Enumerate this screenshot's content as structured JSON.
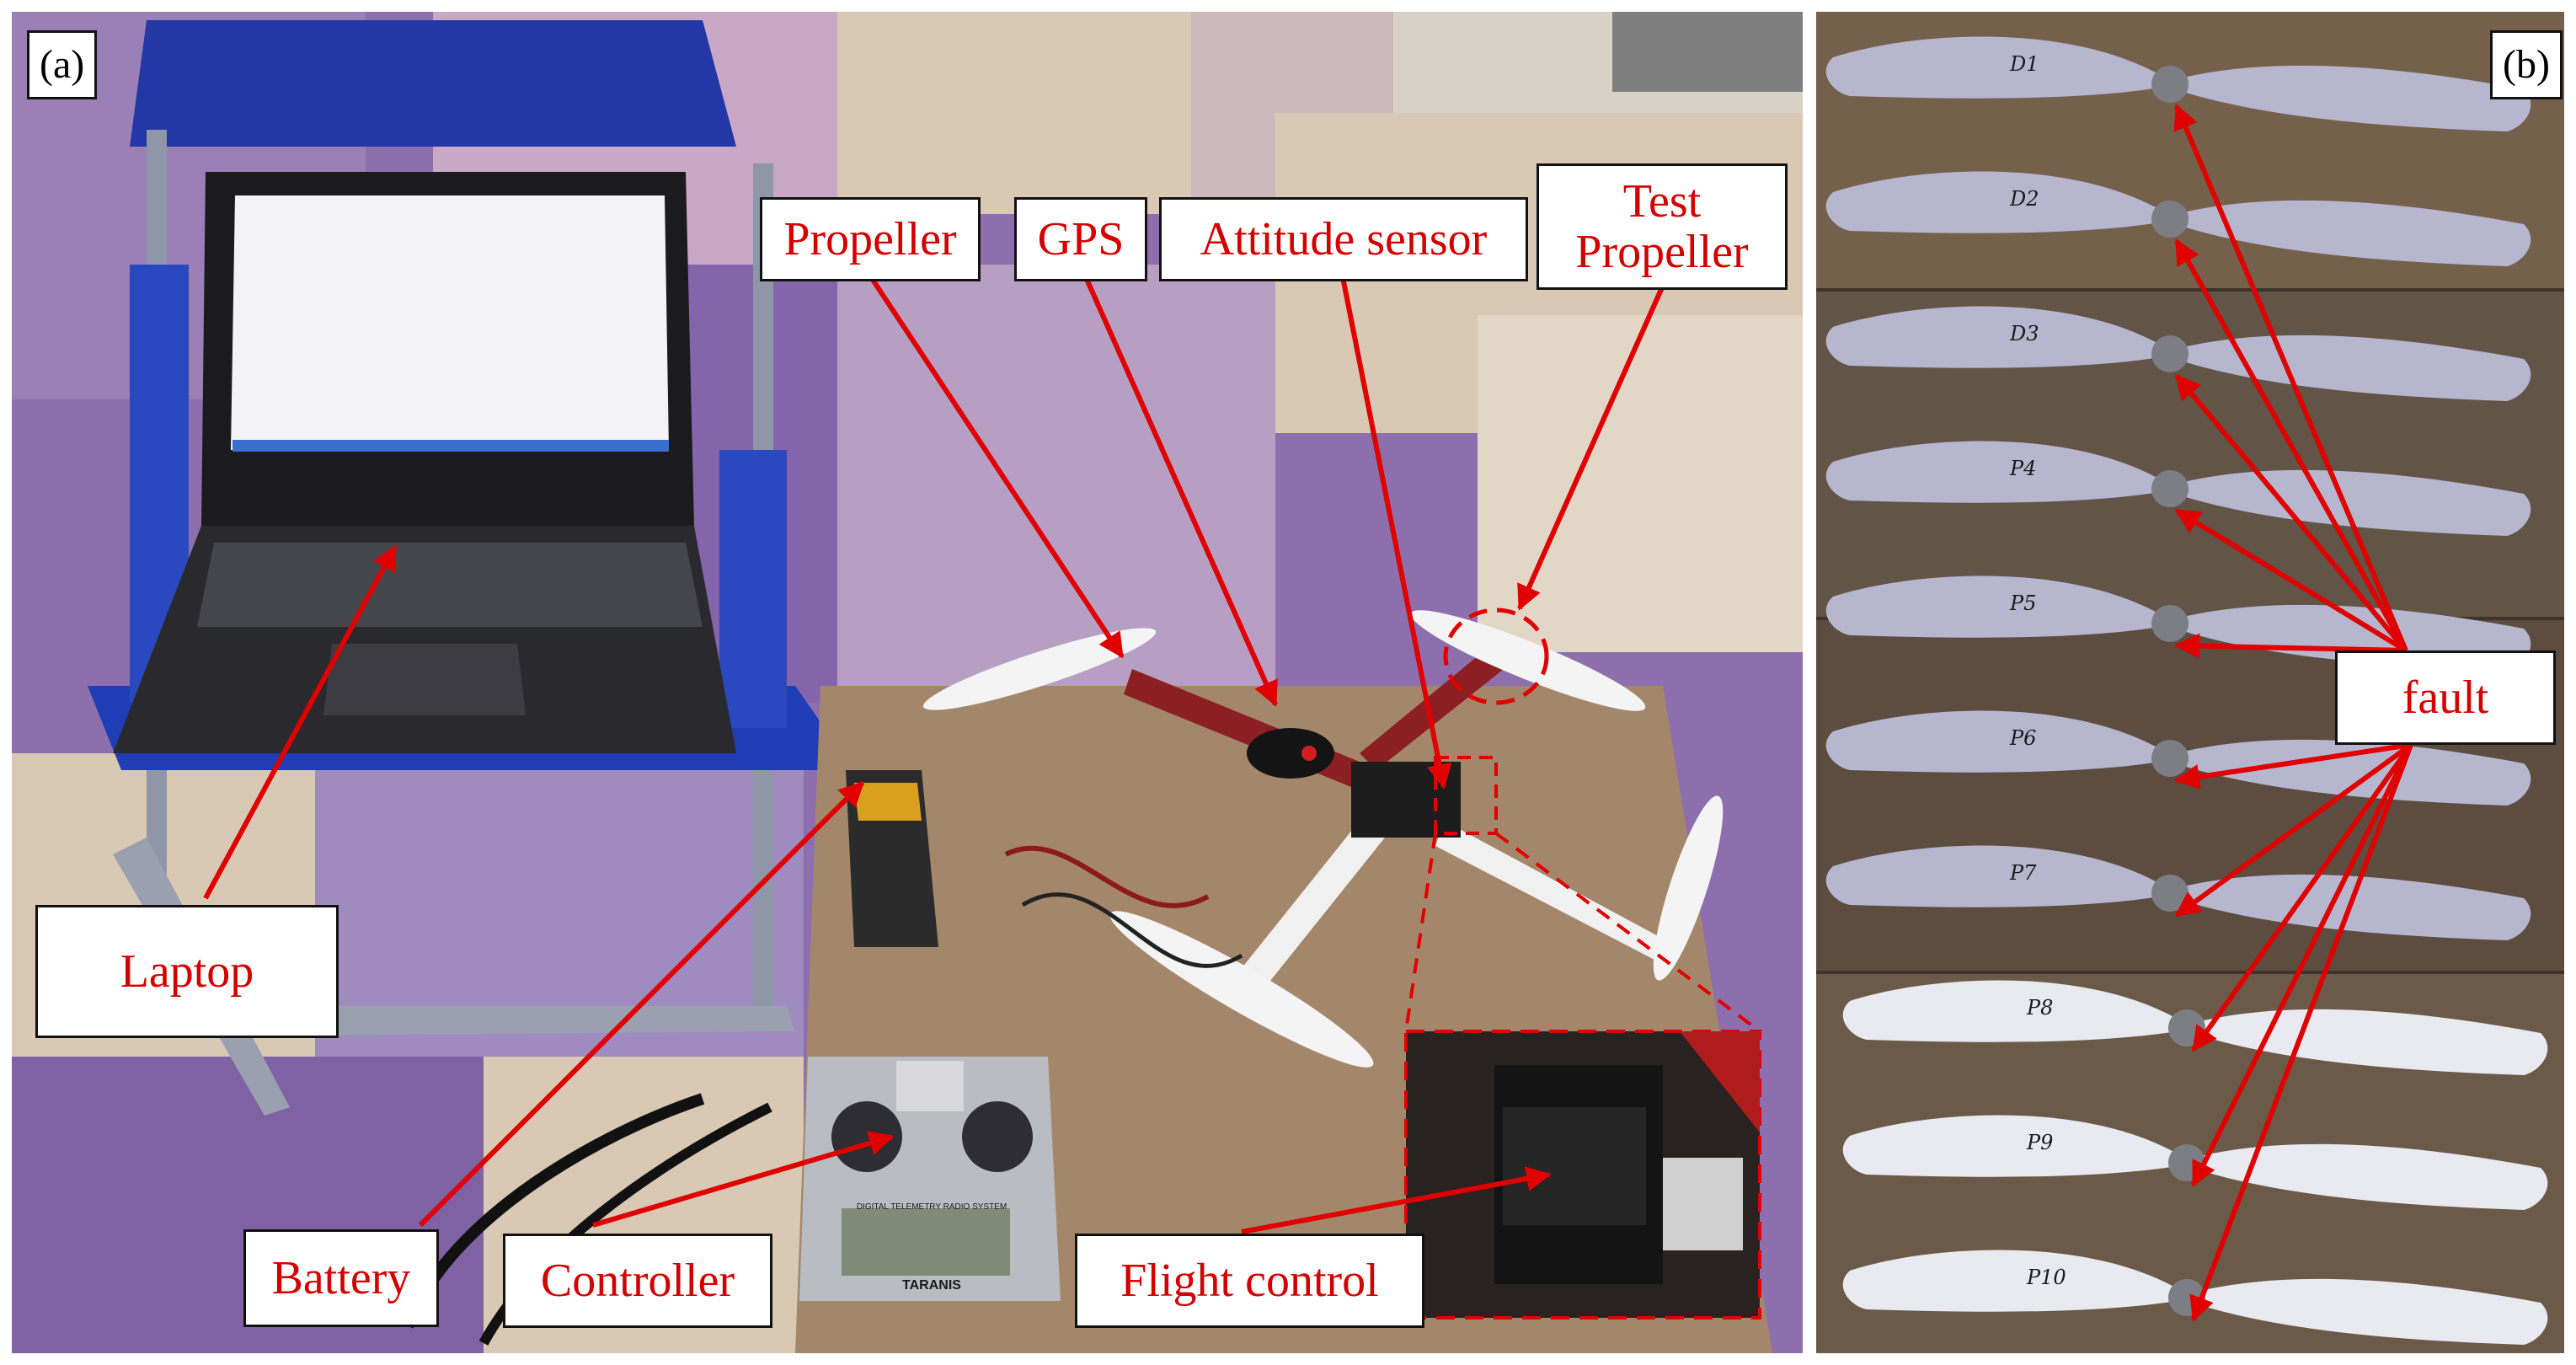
{
  "panel_a": {
    "tag": "(a)",
    "labels": {
      "propeller": "Propeller",
      "gps": "GPS",
      "attitude_sensor": "Attitude sensor",
      "test_propeller": "Test\nPropeller",
      "laptop": "Laptop",
      "battery": "Battery",
      "controller": "Controller",
      "flight_control": "Flight control"
    },
    "controller_brand": "TARANIS",
    "controller_strip": "DIGITAL TELEMETRY RADIO SYSTEM"
  },
  "panel_b": {
    "tag": "(b)",
    "fault_label": "fault",
    "propeller_marks": [
      "D1",
      "D2",
      "D3",
      "P4",
      "P5",
      "P6",
      "P7",
      "P8",
      "P9",
      "P10"
    ]
  },
  "colors": {
    "annotation_red": "#e00000",
    "mat_purple": "#8d6fae",
    "mat_beige": "#d9c9b4",
    "wood_board": "#a4876a",
    "propeller_gray": "#b7b6cf",
    "propeller_white": "#e9e9f1"
  }
}
